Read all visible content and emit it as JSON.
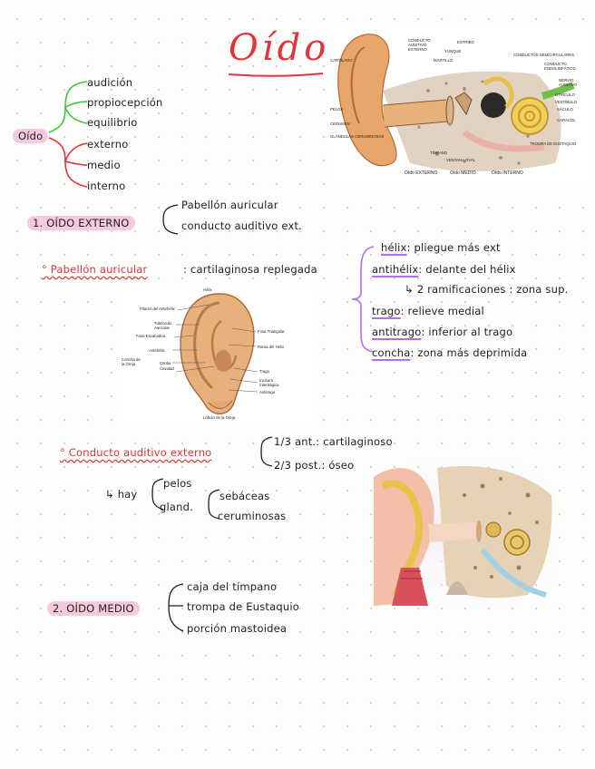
{
  "title": "Oído",
  "root_label": "Oído",
  "functions": [
    "audición",
    "propiocepción",
    "equilibrio"
  ],
  "parts": [
    "externo",
    "medio",
    "interno"
  ],
  "section1": {
    "label": "1. OÍDO EXTERNO",
    "items": [
      "Pabellón auricular",
      "conducto auditivo ext."
    ]
  },
  "pabellon": {
    "label": "° Pabellón auricular",
    "desc": ": cartilaginosa replegada",
    "items": [
      {
        "term": "hélix",
        "desc": ": pliegue más ext"
      },
      {
        "term": "antihélix",
        "desc": ": delante del hélix"
      },
      {
        "term": "",
        "desc": "↳ 2 ramificaciones : zona sup."
      },
      {
        "term": "trago",
        "desc": ": relieve medial"
      },
      {
        "term": "antitrago",
        "desc": ": inferior al trago"
      },
      {
        "term": "concha",
        "desc": ": zona más deprimida"
      }
    ]
  },
  "conducto": {
    "label": "° Conducto auditivo externo",
    "thirds": [
      "1/3 ant.: cartilaginoso",
      "2/3 post.: óseo"
    ],
    "hay_label": "↳ hay",
    "hay_items": [
      "pelos",
      "gland."
    ],
    "gland_items": [
      "sebáceas",
      "ceruminosas"
    ]
  },
  "section2": {
    "label": "2. OÍDO MEDIO",
    "items": [
      "caja del tímpano",
      "trompa de Eustaquio",
      "porción mastoidea"
    ]
  },
  "ear_diagram": {
    "labels_left": [
      "CARTÍLAGO",
      "PELOS",
      "CERUMEN",
      "GLÁNDULAS CERUMINOSAS"
    ],
    "labels_top": [
      "CONDUCTO AUDITIVO EXTERNO",
      "ESTRIBO",
      "YUNQUE",
      "MARTILLO"
    ],
    "labels_right": [
      "CONDUCTOS SEMICIRCULARES",
      "NERVIO AUDITIVO",
      "CONDUCTO ENDOLINFÁTICO",
      "UTRÍCULO",
      "VESTÍBULO",
      "SÁCULO",
      "CARACOL",
      "TROMPA DE EUSTAQUIO"
    ],
    "labels_bottom": [
      "TÍMPANO",
      "VENTANA OVAL"
    ],
    "regions": [
      "Oído EXTERNO",
      "Oído MEDIO",
      "Oído INTERNO"
    ]
  },
  "auricle_diagram": {
    "labels": [
      "Hélix",
      "Pilares del Antehélix",
      "Tubérculo Auricular",
      "Fosa Escafoidea",
      "Antehélix",
      "Concha de la Oreja",
      "Cimba",
      "Cavidad",
      "Fosa Triangular",
      "Rama del Hélix",
      "Trago",
      "Incisura Intertrágica",
      "Antitrago",
      "Lóbulo de la Oreja"
    ]
  },
  "colors": {
    "red": "#e2323a",
    "green": "#3ec43a",
    "pink_highlight": "#f7c9df",
    "purple": "#b46fe0"
  }
}
